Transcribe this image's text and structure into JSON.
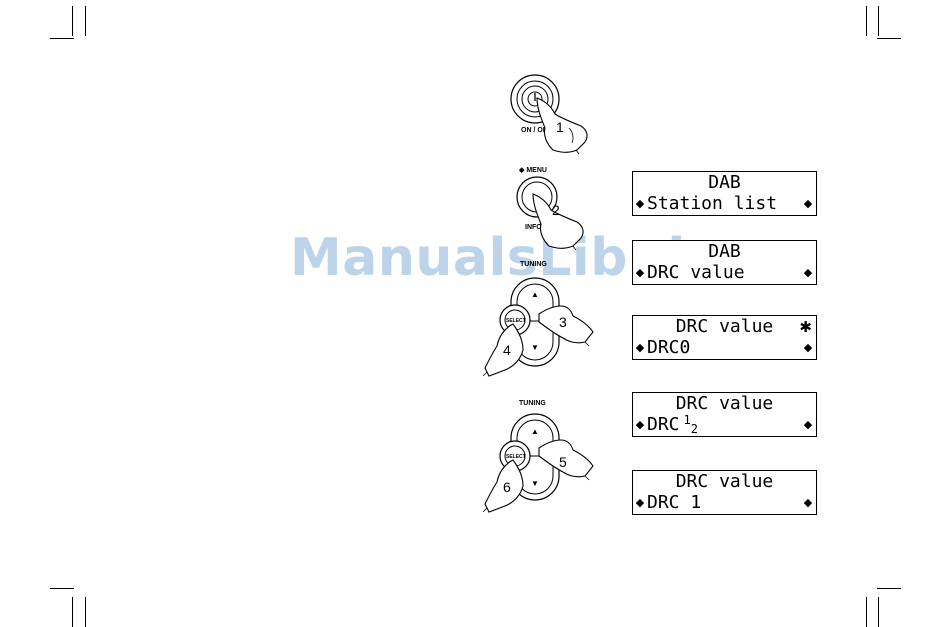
{
  "watermark": "ManualsLib.de",
  "labels": {
    "on_off": "ON / OFF",
    "menu": "◆ MENU",
    "info": "INFO",
    "tuning_1": "TUNING",
    "tuning_2": "TUNING",
    "select_1": "SELECT",
    "select_2": "SELECT"
  },
  "steps": [
    "1",
    "2",
    "3",
    "4",
    "5",
    "6"
  ],
  "icons": {
    "power": "power-symbol",
    "up": "▲",
    "down": "▼",
    "arrow": "◆",
    "asterisk": "✱"
  },
  "displays": [
    {
      "line1": "DAB",
      "line2": "Station list"
    },
    {
      "line1": "DAB",
      "line2": "DRC value"
    },
    {
      "line1": "DRC value",
      "line2": "DRC0",
      "mark": "✱"
    },
    {
      "line1": "DRC value",
      "line2_prefix": "DRC",
      "frac_num": "1",
      "frac_den": "2"
    },
    {
      "line1": "DRC value",
      "line2": "DRC 1"
    }
  ]
}
